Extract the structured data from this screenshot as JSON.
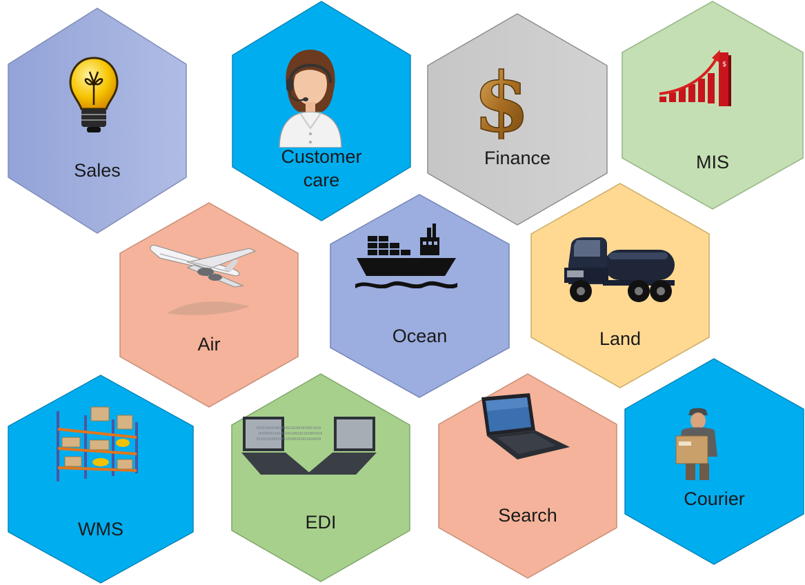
{
  "tiles": [
    {
      "id": "sales",
      "label": "Sales",
      "icon": "lightbulb-icon",
      "fill": "#9BAADB",
      "fill2": "#AAB8E2",
      "stroke": "#7F8DB8"
    },
    {
      "id": "customer-care",
      "label": "Customer care",
      "icon": "headset-agent-icon",
      "fill": "#00ADEF",
      "stroke": "#0A86B8"
    },
    {
      "id": "finance",
      "label": "Finance",
      "icon": "dollar-icon",
      "fill": "#C8C8C8",
      "stroke": "#8E8E8E"
    },
    {
      "id": "mis",
      "label": "MIS",
      "icon": "growth-chart-icon",
      "fill": "#C4DFB3",
      "stroke": "#94B584"
    },
    {
      "id": "air",
      "label": "Air",
      "icon": "airplane-icon",
      "fill": "#F4B39A",
      "stroke": "#C88E76"
    },
    {
      "id": "ocean",
      "label": "Ocean",
      "icon": "cargo-ship-icon",
      "fill": "#9CADDF",
      "stroke": "#7584B5"
    },
    {
      "id": "land",
      "label": "Land",
      "icon": "tanker-truck-icon",
      "fill": "#FFD992",
      "stroke": "#CBAA63"
    },
    {
      "id": "wms",
      "label": "WMS",
      "icon": "warehouse-rack-icon",
      "fill": "#00ADEF",
      "stroke": "#0A86B8"
    },
    {
      "id": "edi",
      "label": "EDI",
      "icon": "laptops-exchange-icon",
      "fill": "#A8D08D",
      "stroke": "#7FA669"
    },
    {
      "id": "search",
      "label": "Search",
      "icon": "laptop-icon",
      "fill": "#F4B39A",
      "stroke": "#C88E76"
    },
    {
      "id": "courier",
      "label": "Courier",
      "icon": "courier-box-icon",
      "fill": "#00ADEF",
      "stroke": "#0A86B8"
    }
  ]
}
